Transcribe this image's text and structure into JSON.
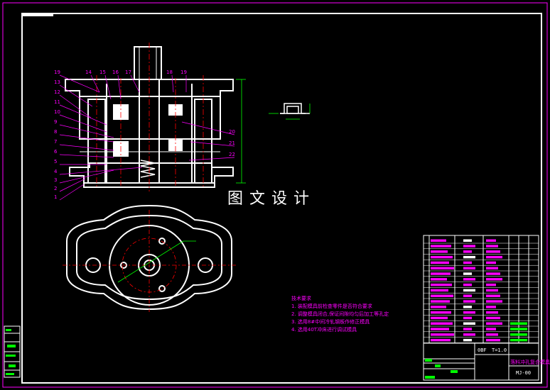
{
  "watermark": "图文设计",
  "part_numbers": [
    "19",
    "14",
    "15",
    "16",
    "17",
    "18",
    "19",
    "13",
    "12",
    "11",
    "10",
    "9",
    "8",
    "7",
    "6",
    "5",
    "4",
    "3",
    "2",
    "1",
    "20",
    "21",
    "22"
  ],
  "tech_notes": {
    "title": "技术要求",
    "lines": [
      "1. 装配模具前检查零件是否符合要求",
      "2. 调整模具闭合,保证间隙均匀后加工等孔定",
      "3. 选用8#中间冷轧钢板作修正模具",
      "4. 选用40T冲床进行调试模具"
    ]
  },
  "title_block": {
    "label_a": "0BF",
    "label_b": "T=1.0",
    "drawing_title": "落料冲孔复合模具",
    "drawing_no": "MJ-00"
  },
  "colors": {
    "border": "#ffffff",
    "frame": "#ff00ff",
    "outline": "#ffffff",
    "centerline": "#ff0000",
    "dimension": "#00ff00",
    "leader": "#ff00ff",
    "text": "#ff00ff"
  }
}
